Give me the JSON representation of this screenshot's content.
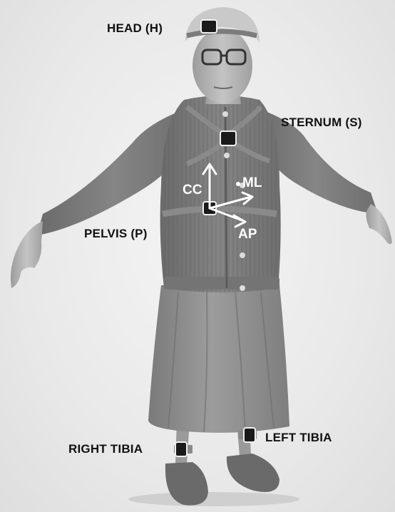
{
  "labels": {
    "head": "HEAD (H)",
    "sternum": "STERNUM (S)",
    "pelvis": "PELVIS (P)",
    "right_tibia": "RIGHT TIBIA",
    "left_tibia": "LEFT TIBIA"
  },
  "axes": {
    "cc": "CC",
    "ml": "ML",
    "ap": "AP"
  },
  "colors": {
    "sensor": "#1a1a1a",
    "axis_arrow": "#ffffff",
    "strap": "#8a8a8a"
  }
}
